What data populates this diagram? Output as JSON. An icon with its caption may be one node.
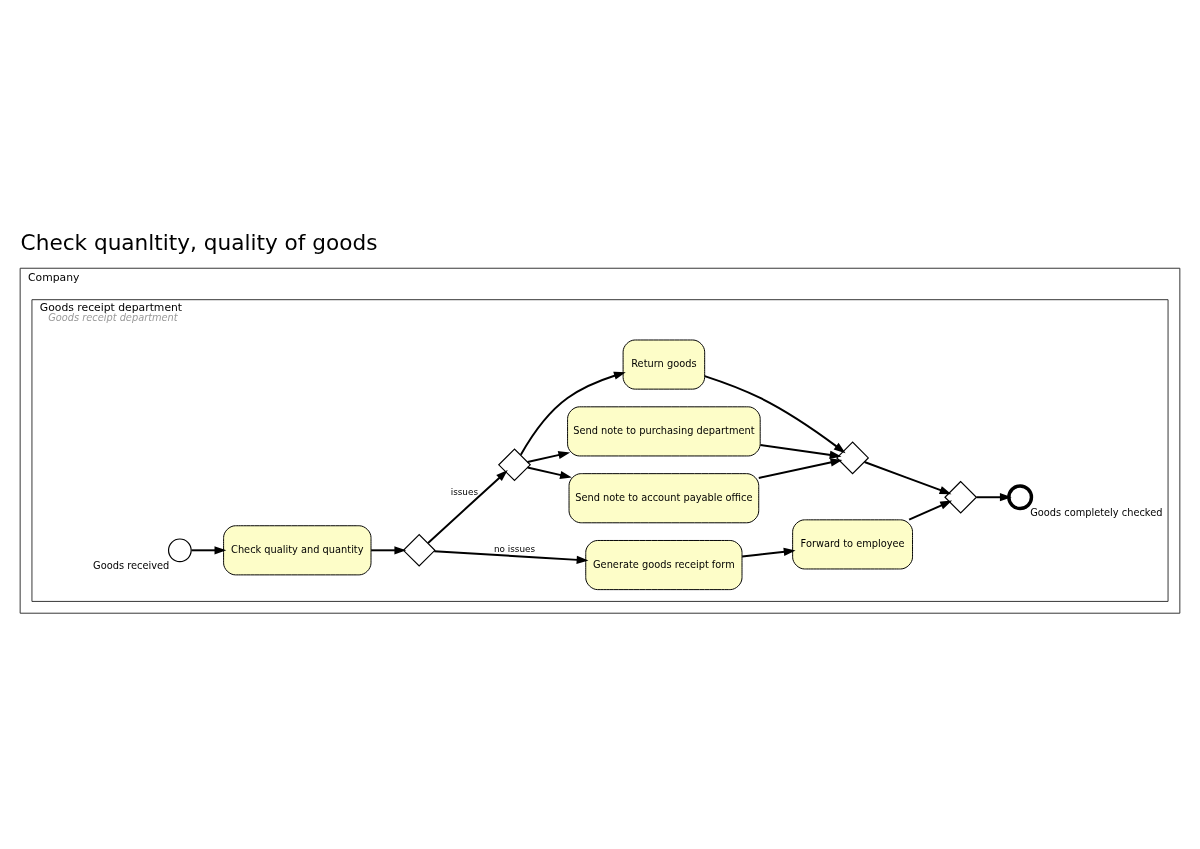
{
  "diagram": {
    "title": "Check quanltity, quality of goods",
    "nodes": [
      {
        "text": [
          "Company"
        ]
      },
      {
        "text": [
          "Goods receipt department",
          "Goods receipt department"
        ],
        "in": 0
      },
      {
        "text": [],
        "shape": "circle",
        "beside": [
          "Goods received"
        ],
        "in": 1
      },
      {
        "text": [
          "Check quality and quantity"
        ],
        "in": 1
      },
      {
        "text": [],
        "shape": "diamond",
        "in": 1
      },
      {
        "text": [],
        "shape": "diamond",
        "in": 1
      },
      {
        "text": [
          "Return goods"
        ],
        "in": 1
      },
      {
        "text": [
          "Send note to purchasing department"
        ],
        "in": 1
      },
      {
        "text": [
          "Send note to account payable office"
        ],
        "in": 1
      },
      {
        "text": [],
        "shape": "diamond",
        "in": 1
      },
      {
        "text": [
          "Generate goods receipt form"
        ],
        "in": 1
      },
      {
        "text": [
          "Forward to employee"
        ],
        "in": 1
      },
      {
        "text": [],
        "shape": "diamond",
        "in": 1
      },
      {
        "text": [],
        "shape": "circle",
        "beside": [
          "Goods completely checked"
        ],
        "in": 1
      }
    ],
    "edges": [
      {
        "from": 2,
        "to": 3,
        "arrow": "to"
      },
      {
        "from": 3,
        "to": 4,
        "arrow": "to"
      },
      {
        "from": 4,
        "to": 5,
        "arrow": "to",
        "label": "issues"
      },
      {
        "from": 4,
        "to": 10,
        "arrow": "to",
        "label": "no issues"
      },
      {
        "from": 5,
        "to": 6,
        "arrow": "to"
      },
      {
        "from": 5,
        "to": 7,
        "arrow": "to"
      },
      {
        "from": 5,
        "to": 8,
        "arrow": "to"
      },
      {
        "from": 6,
        "to": 9,
        "arrow": "to"
      },
      {
        "from": 7,
        "to": 9,
        "arrow": "to"
      },
      {
        "from": 8,
        "to": 9,
        "arrow": "to"
      },
      {
        "from": 10,
        "to": 11,
        "arrow": "to"
      },
      {
        "from": 9,
        "to": 12,
        "arrow": "to"
      },
      {
        "from": 11,
        "to": 12,
        "arrow": "to"
      },
      {
        "from": 12,
        "to": 13,
        "arrow": "to"
      }
    ]
  }
}
